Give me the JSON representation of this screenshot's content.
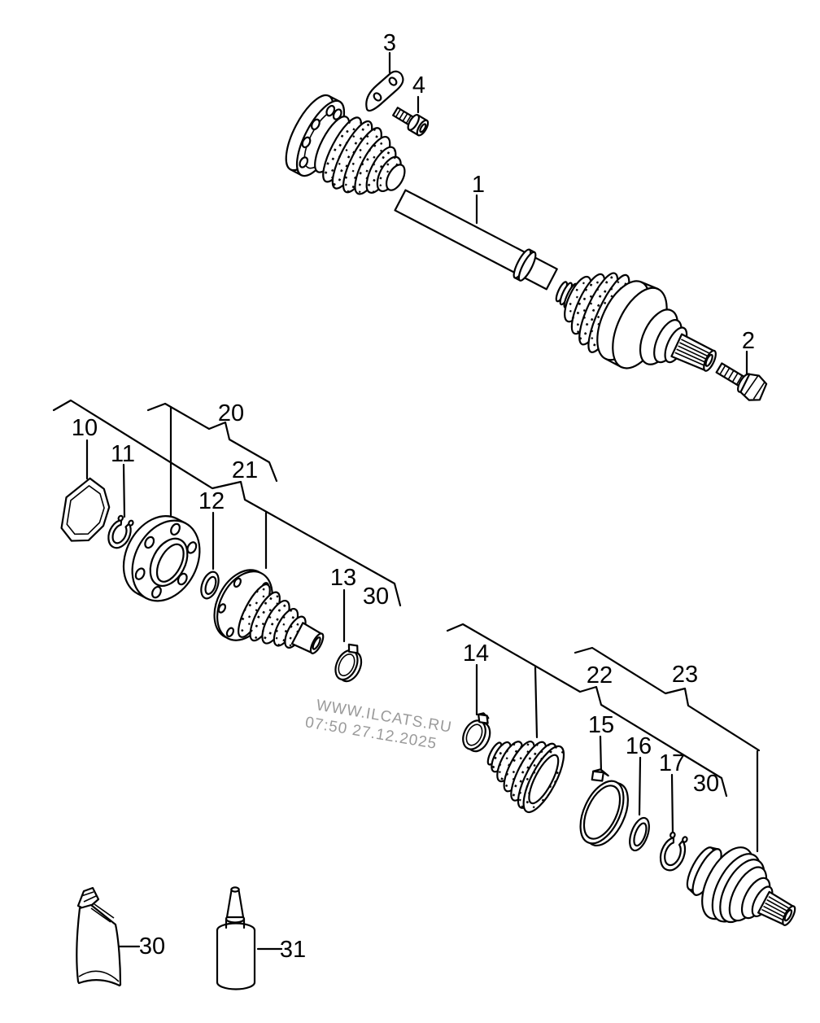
{
  "page": {
    "background": "#ffffff",
    "line_color": "#000000"
  },
  "watermark": {
    "line1": "WWW.ILCATS.RU",
    "line2": "07:50 27.12.2025",
    "color": "#9a9a9a"
  },
  "callouts": {
    "c1": {
      "label": "1"
    },
    "c2": {
      "label": "2"
    },
    "c3": {
      "label": "3"
    },
    "c4": {
      "label": "4"
    },
    "c10": {
      "label": "10"
    },
    "c11": {
      "label": "11"
    },
    "c12": {
      "label": "12"
    },
    "c13": {
      "label": "13"
    },
    "c14": {
      "label": "14"
    },
    "c15": {
      "label": "15"
    },
    "c16": {
      "label": "16"
    },
    "c17": {
      "label": "17"
    },
    "c20": {
      "label": "20"
    },
    "c21": {
      "label": "21"
    },
    "c22": {
      "label": "22"
    },
    "c23": {
      "label": "23"
    },
    "c30": {
      "label": "30"
    },
    "c31": {
      "label": "31"
    }
  }
}
